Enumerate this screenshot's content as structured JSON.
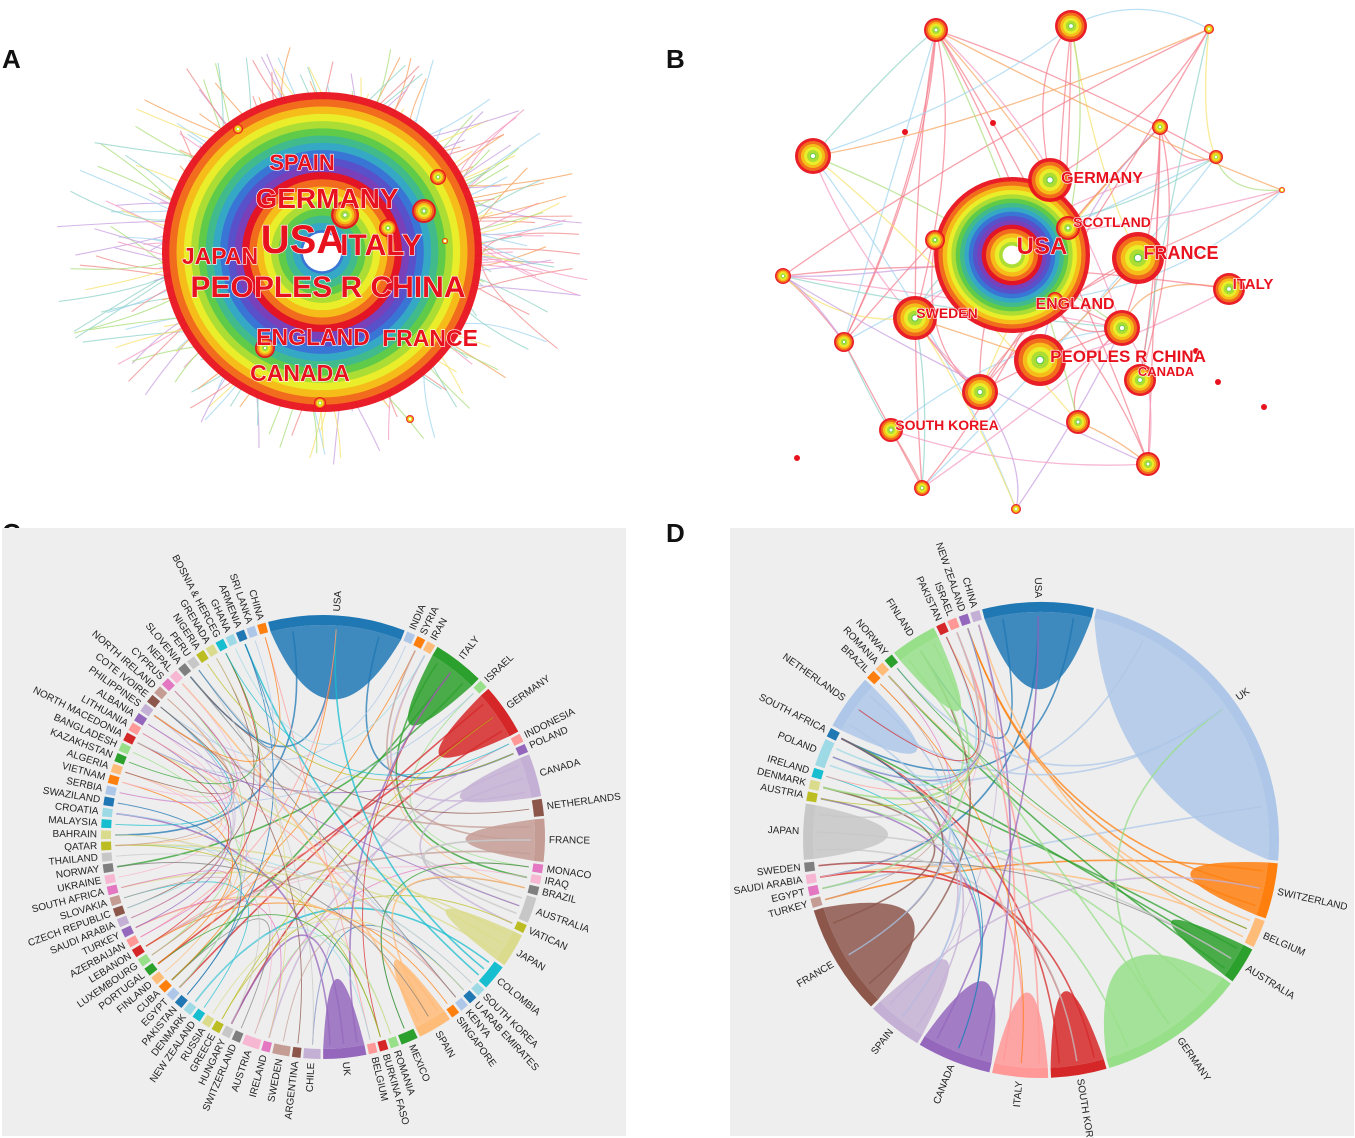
{
  "panels": {
    "a": {
      "letter": "A",
      "labels": [
        "SPAIN",
        "GERMANY",
        "USA",
        "ITALY",
        "JAPAN",
        "PEOPLES R CHINA",
        "ENGLAND",
        "FRANCE",
        "CANADA"
      ]
    },
    "b": {
      "letter": "B",
      "labels": [
        "GERMANY",
        "SCOTLAND",
        "USA",
        "FRANCE",
        "ITALY",
        "SWEDEN",
        "ENGLAND",
        "PEOPLES R CHINA",
        "CANADA",
        "SOUTH KOREA"
      ]
    },
    "c": {
      "letter": "C",
      "labels": [
        "USA",
        "INDIA",
        "SYRIA",
        "IRAN",
        "ITALY",
        "ISRAEL",
        "GERMANY",
        "INDONESIA",
        "POLAND",
        "CANADA",
        "NETHERLANDS",
        "FRANCE",
        "MONACO",
        "IRAQ",
        "BRAZIL",
        "AUSTRALIA",
        "VATICAN",
        "JAPAN",
        "COLOMBIA",
        "SOUTH KOREA",
        "U ARAB EMIRATES",
        "KENYA",
        "SINGAPORE",
        "SPAIN",
        "MEXICO",
        "ROMANIA",
        "BURKINA FASO",
        "BELGIUM",
        "UK",
        "CHILE",
        "ARGENTINA",
        "SWEDEN",
        "IRELAND",
        "AUSTRIA",
        "SWITZERLAND",
        "HUNGARY",
        "GREECE",
        "RUSSIA",
        "NEW ZEALAND",
        "DENMARK",
        "PAKISTAN",
        "EGYPT",
        "CUBA",
        "FINLAND",
        "PORTUGAL",
        "LUXEMBOURG",
        "LEBANON",
        "AZERBAIJAN",
        "TURKEY",
        "SAUDI ARABIA",
        "CZECH REPUBLIC",
        "SLOVAKIA",
        "SOUTH AFRICA",
        "UKRAINE",
        "NORWAY",
        "THAILAND",
        "QATAR",
        "BAHRAIN",
        "MALAYSIA",
        "CROATIA",
        "SWAZILAND",
        "SERBIA",
        "VIETNAM",
        "ALGERIA",
        "KAZAKHSTAN",
        "BANGLADESH",
        "NORTH MACEDONIA",
        "LITHUANIA",
        "ALBANIA",
        "PHILIPPINES",
        "COTE IVOIRE",
        "NORTH IRELAND",
        "CYPRUS",
        "NEPAL",
        "SLOVENIA",
        "PERU",
        "NIGERIA",
        "GRENADA",
        "BOSNIA & HERCEG",
        "GHANA",
        "ARMENIA",
        "SRI LANKA",
        "CHINA"
      ]
    },
    "d": {
      "letter": "D",
      "labels": [
        "USA",
        "UK",
        "SWITZERLAND",
        "BELGIUM",
        "AUSTRALIA",
        "GERMANY",
        "SOUTH KOREA",
        "ITALY",
        "CANADA",
        "SPAIN",
        "FRANCE",
        "TURKEY",
        "EGYPT",
        "SAUDI ARABIA",
        "SWEDEN",
        "JAPAN",
        "AUSTRIA",
        "DENMARK",
        "IRELAND",
        "POLAND",
        "SOUTH AFRICA",
        "NETHERLANDS",
        "BRAZIL",
        "ROMANIA",
        "NORWAY",
        "FINLAND",
        "PAKISTAN",
        "ISRAEL",
        "NEW ZEALAND",
        "CHINA"
      ]
    }
  },
  "colors": {
    "label_red": "#e8121e",
    "chord_bg": "#eeeeee",
    "palette": [
      "#1f77b4",
      "#aec7e8",
      "#ff7f0e",
      "#ffbb78",
      "#2ca02c",
      "#98df8a",
      "#d62728",
      "#ff9896",
      "#9467bd",
      "#c5b0d5",
      "#8c564b",
      "#c49c94",
      "#e377c2",
      "#f7b6d2",
      "#7f7f7f",
      "#c7c7c7",
      "#bcbd22",
      "#dbdb8d",
      "#17becf",
      "#9edae5"
    ],
    "rainbow": [
      "#e8121e",
      "#f2711c",
      "#f6c21a",
      "#e9ef2a",
      "#a8dc36",
      "#5cc94a",
      "#3fb98f",
      "#35a6c9",
      "#3a72d6",
      "#5a4fc8",
      "#7b3fb8"
    ]
  }
}
